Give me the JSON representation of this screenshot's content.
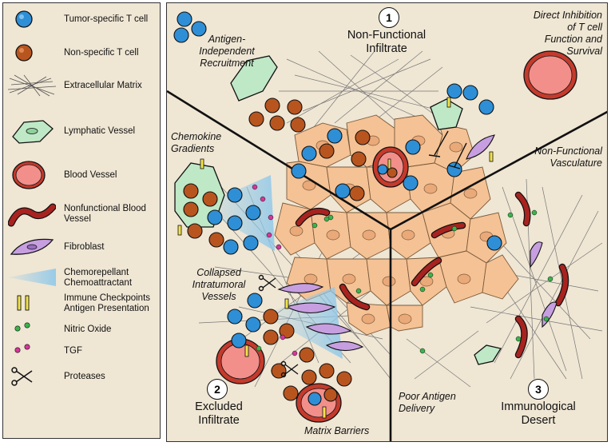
{
  "legend": {
    "items": [
      {
        "icon": "tumor-specific-t-cell-icon",
        "label": "Tumor-specific T cell"
      },
      {
        "icon": "non-specific-t-cell-icon",
        "label": "Non-specific T cell"
      },
      {
        "icon": "extracellular-matrix-icon",
        "label": "Extracellular Matrix"
      },
      {
        "icon": "lymphatic-vessel-icon",
        "label": "Lymphatic Vessel"
      },
      {
        "icon": "blood-vessel-icon",
        "label": "Blood Vessel"
      },
      {
        "icon": "nonfunctional-blood-vessel-icon",
        "label_line1": "Nonfunctional Blood",
        "label_line2": "Vessel"
      },
      {
        "icon": "fibroblast-icon",
        "label": "Fibroblast"
      },
      {
        "icon": "chemokine-gradient-icon",
        "label_line1": "Chemorepellant",
        "label_line2": "Chemoattractant"
      },
      {
        "icon": "checkpoint-marker-icon",
        "label_line1": "Immune Checkpoints",
        "label_line2": "Antigen Presentation"
      },
      {
        "icon": "nitric-oxide-icon",
        "label": "Nitric Oxide"
      },
      {
        "icon": "tgf-icon",
        "label": "TGF"
      },
      {
        "icon": "protease-scissors-icon",
        "label": "Proteases"
      }
    ]
  },
  "zones": {
    "one": {
      "number": "1",
      "title_line1": "Non-Functional",
      "title_line2": "Infiltrate"
    },
    "two": {
      "number": "2",
      "title_line1": "Excluded",
      "title_line2": "Infiltrate"
    },
    "three": {
      "number": "3",
      "title_line1": "Immunological",
      "title_line2": "Desert"
    }
  },
  "captions": {
    "antigen_independent": [
      "Antigen-",
      "Independent",
      "Recruitment"
    ],
    "direct_inhibition": [
      "Direct Inhibition",
      "of T cell",
      "Function and",
      "Survival"
    ],
    "chemokine_gradients": [
      "Chemokine",
      "Gradients"
    ],
    "non_functional_vasculature": [
      "Non-Functional",
      "Vasculature"
    ],
    "collapsed_vessels": [
      "Collapsed",
      "Intratumoral",
      "Vessels"
    ],
    "poor_antigen_delivery": [
      "Poor Antigen",
      "Delivery"
    ],
    "matrix_barriers": [
      "Matrix Barriers"
    ]
  },
  "colors": {
    "background": "#efe6d4",
    "tumor_cell": "#f5c295",
    "tumor_specific_t_cell": "#2e8fd6",
    "non_specific_t_cell": "#b8551e",
    "lymphatic": "#bfe8c6",
    "blood_vessel": "#f28f8a",
    "nonfunctional_vessel": "#a8231f",
    "fibroblast": "#c79fe0",
    "nitric_oxide": "#38b54a",
    "tgf": "#d6369a",
    "checkpoint": "#f2e24a"
  }
}
